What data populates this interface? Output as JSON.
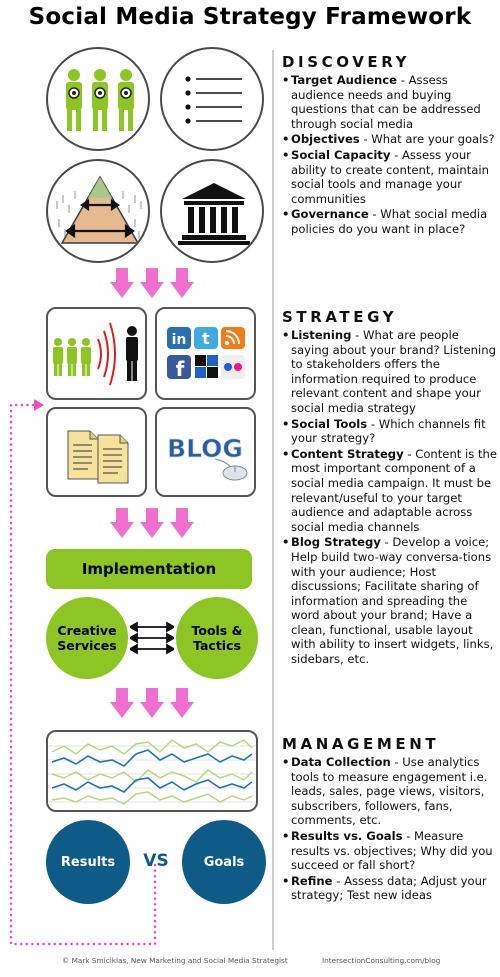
{
  "title": "Social Media Strategy Framework",
  "colors": {
    "green": "#8cc524",
    "blue": "#0d5b86",
    "pink": "#ee6fd0",
    "dots": "#e94fbd"
  },
  "icons": {
    "audience": "people-target-icon",
    "objectives": "bullet-list-icon",
    "capacity": "pyramid-icon",
    "governance": "building-columns-icon",
    "listening": "listening-people-icon",
    "social_tools": "social-logos-icon",
    "content": "documents-icon",
    "blog": "blog-mouse-icon",
    "analytics": "line-graph-icon"
  },
  "social_tool_letters": [
    "in",
    "t"
  ],
  "blog_word": "BLOG",
  "implementation": {
    "label": "Implementation",
    "creative": "Creative\nServices",
    "tools": "Tools &\nTactics"
  },
  "outcomes": {
    "results": "Results",
    "vs": "VS",
    "goals": "Goals"
  },
  "sections": {
    "discovery": {
      "heading": "DISCOVERY",
      "items": [
        {
          "term": "Target Audience",
          "text": " - Assess audience needs and buying questions that can be addressed through social media"
        },
        {
          "term": "Objectives",
          "text": " - What are your goals?"
        },
        {
          "term": "Social Capacity",
          "text": " - Assess your ability to create content, maintain social tools and manage your communities"
        },
        {
          "term": "Governance",
          "text": " - What social media policies do you want in place?"
        }
      ]
    },
    "strategy": {
      "heading": "STRATEGY",
      "items": [
        {
          "term": "Listening",
          "text": " - What are people saying about your brand? Listening to stakeholders offers the information required to produce relevant content and shape your social media strategy"
        },
        {
          "term": "Social Tools",
          "text": " - Which channels fit your strategy?"
        },
        {
          "term": "Content Strategy",
          "text": " - Content is the most important component of a social media campaign. It must be relevant/useful to your target audience and adaptable across social media channels"
        },
        {
          "term": "Blog Strategy",
          "text": " - Develop a voice; Help build two-way conversa-tions with your audience; Host discussions; Facilitate sharing of information and spreading the word about your brand; Have a clean, functional, usable layout with ability to insert widgets, links, sidebars, etc."
        }
      ]
    },
    "management": {
      "heading": "MANAGEMENT",
      "items": [
        {
          "term": "Data Collection",
          "text": " - Use analytics tools to measure engagement i.e. leads, sales, page views, visitors, subscribers, followers, fans, comments, etc."
        },
        {
          "term": "Results vs. Goals",
          "text": " - Measure results vs. objectives; Why did you succeed or fall short?"
        },
        {
          "term": "Refine",
          "text": " - Assess data; Adjust your strategy; Test new ideas"
        }
      ]
    }
  },
  "footer": {
    "left": "© Mark Smiciklas, New Marketing and Social Media Strategist",
    "right": "IntersectionConsulting.com/blog"
  }
}
